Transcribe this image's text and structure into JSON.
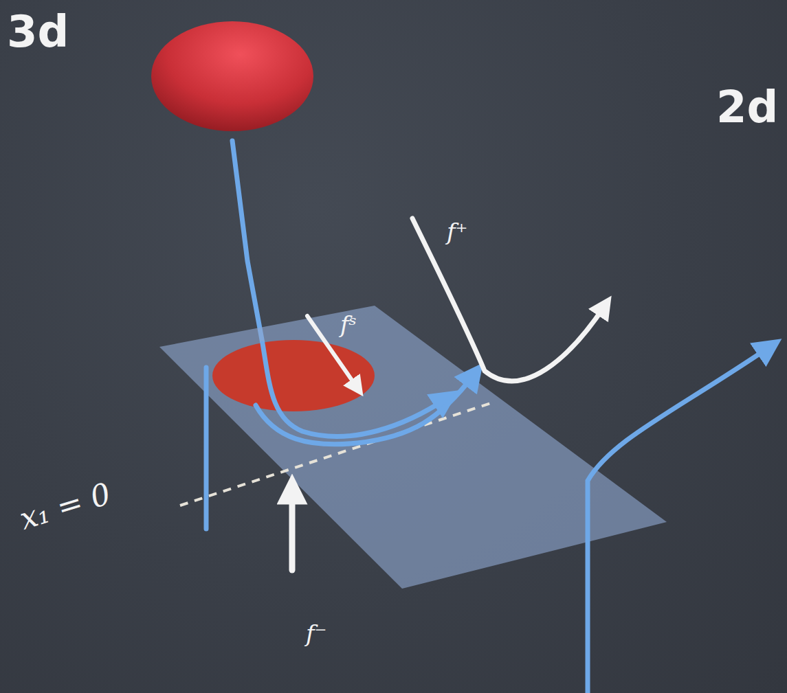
{
  "diagram": {
    "labels": [
      "3d",
      "2d",
      "f⁺",
      "fˢ",
      "f⁻",
      "x₁ = 0"
    ]
  }
}
